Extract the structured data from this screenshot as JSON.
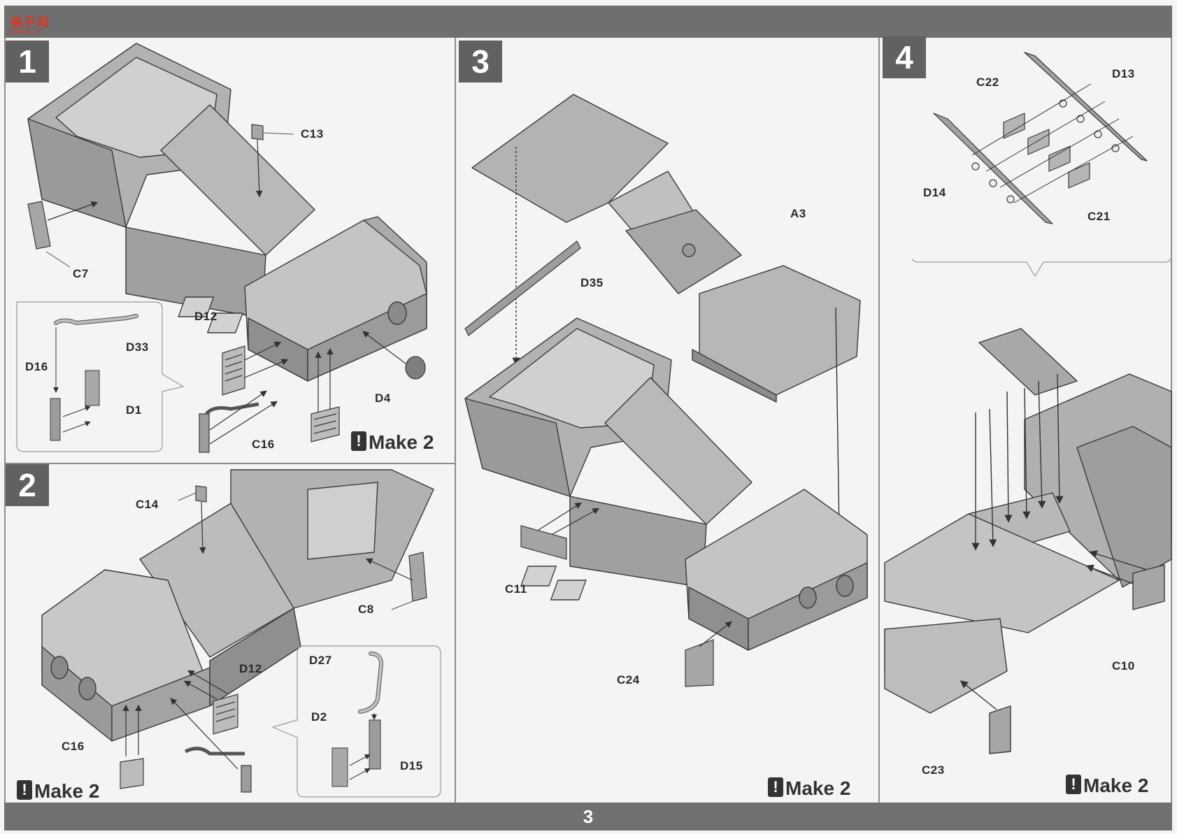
{
  "header": {
    "logo_text": "高手网",
    "logo_url": "gaoshou.net"
  },
  "footer": {
    "page_number": "3"
  },
  "steps": [
    {
      "number": "1",
      "make_note": "Make 2",
      "labels": [
        "C13",
        "C7",
        "D33",
        "D16",
        "D1",
        "D12",
        "D4",
        "C16"
      ]
    },
    {
      "number": "2",
      "make_note": "Make 2",
      "labels": [
        "C14",
        "C8",
        "D27",
        "D12",
        "D2",
        "D15",
        "C16"
      ]
    },
    {
      "number": "3",
      "make_note": "Make 2",
      "labels": [
        "A3",
        "D35",
        "C11",
        "C24"
      ]
    },
    {
      "number": "4",
      "make_note": "Make 2",
      "labels": [
        "C22",
        "D13",
        "D14",
        "C21",
        "C10",
        "C23"
      ]
    }
  ],
  "colors": {
    "band": "#707070",
    "part_fill": "#a9a9a9",
    "part_dark": "#8c8c8c",
    "part_light": "#c6c6c6",
    "outline": "#3a3a3a"
  },
  "icons": [
    "warning-icon"
  ]
}
